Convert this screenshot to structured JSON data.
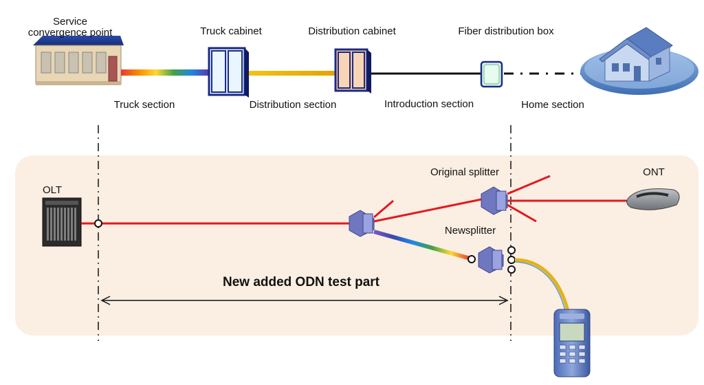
{
  "top": {
    "service_point_line1": "Service",
    "service_point_line2": "convergence point",
    "truck_cabinet": "Truck cabinet",
    "distribution_cabinet": "Distribution cabinet",
    "fiber_distribution_box": "Fiber distribution box",
    "truck_section": "Truck section",
    "distribution_section": "Distribution section",
    "introduction_section": "Introduction section",
    "home_section": "Home section"
  },
  "bottom": {
    "olt": "OLT",
    "ont": "ONT",
    "original_splitter": "Original splitter",
    "new_splitter": "Newsplitter",
    "test_part": "New added ODN test part"
  },
  "colors": {
    "fiber_red": "#e3191e",
    "panel_bg": "#fbeee3",
    "splitter_blue": "#6f78bf",
    "cabinet_frame": "#1b2a86"
  }
}
